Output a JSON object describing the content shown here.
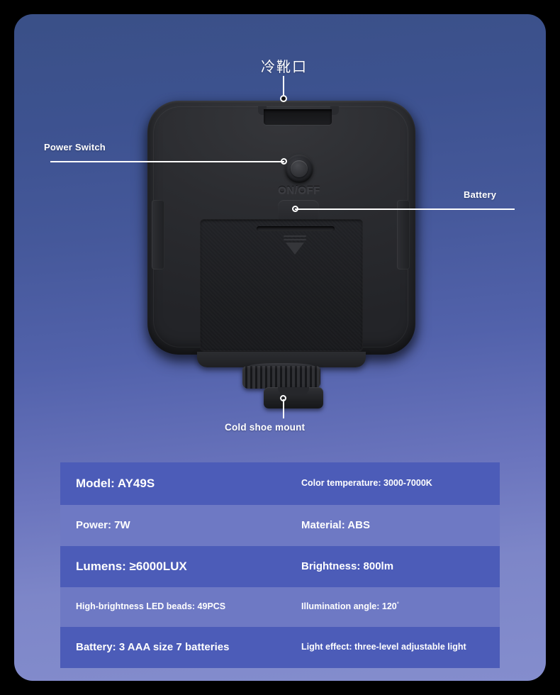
{
  "product": {
    "device_label_onoff": "ON/OFF"
  },
  "callouts": [
    {
      "name": "cold-shoe-port",
      "label": "冷靴口"
    },
    {
      "name": "power-switch",
      "label": "Power Switch"
    },
    {
      "name": "battery",
      "label": "Battery"
    },
    {
      "name": "cold-shoe-mount",
      "label": "Cold shoe mount"
    }
  ],
  "spec_table": {
    "rows": [
      {
        "left": "Model: AY49S",
        "right": "Color temperature: 3000-7000K"
      },
      {
        "left": "Power: 7W",
        "right": "Material: ABS"
      },
      {
        "left": "Lumens: ≥6000LUX",
        "right": "Brightness: 800lm"
      },
      {
        "left": "High-brightness LED beads: 49PCS",
        "right": "Illumination angle: 120",
        "right_suffix": "°"
      },
      {
        "left": "Battery: 3 AAA size 7 batteries",
        "right": "Light effect: three-level adjustable light"
      }
    ]
  },
  "colors": {
    "frame": "#000000",
    "bg_top": "#3a5087",
    "bg_bottom": "#848dcd",
    "row_dark": "#4c5cb8",
    "row_light": "#6e79c4",
    "device_body": "#2b2c30",
    "leader_line": "#ffffff",
    "text": "#ffffff"
  }
}
